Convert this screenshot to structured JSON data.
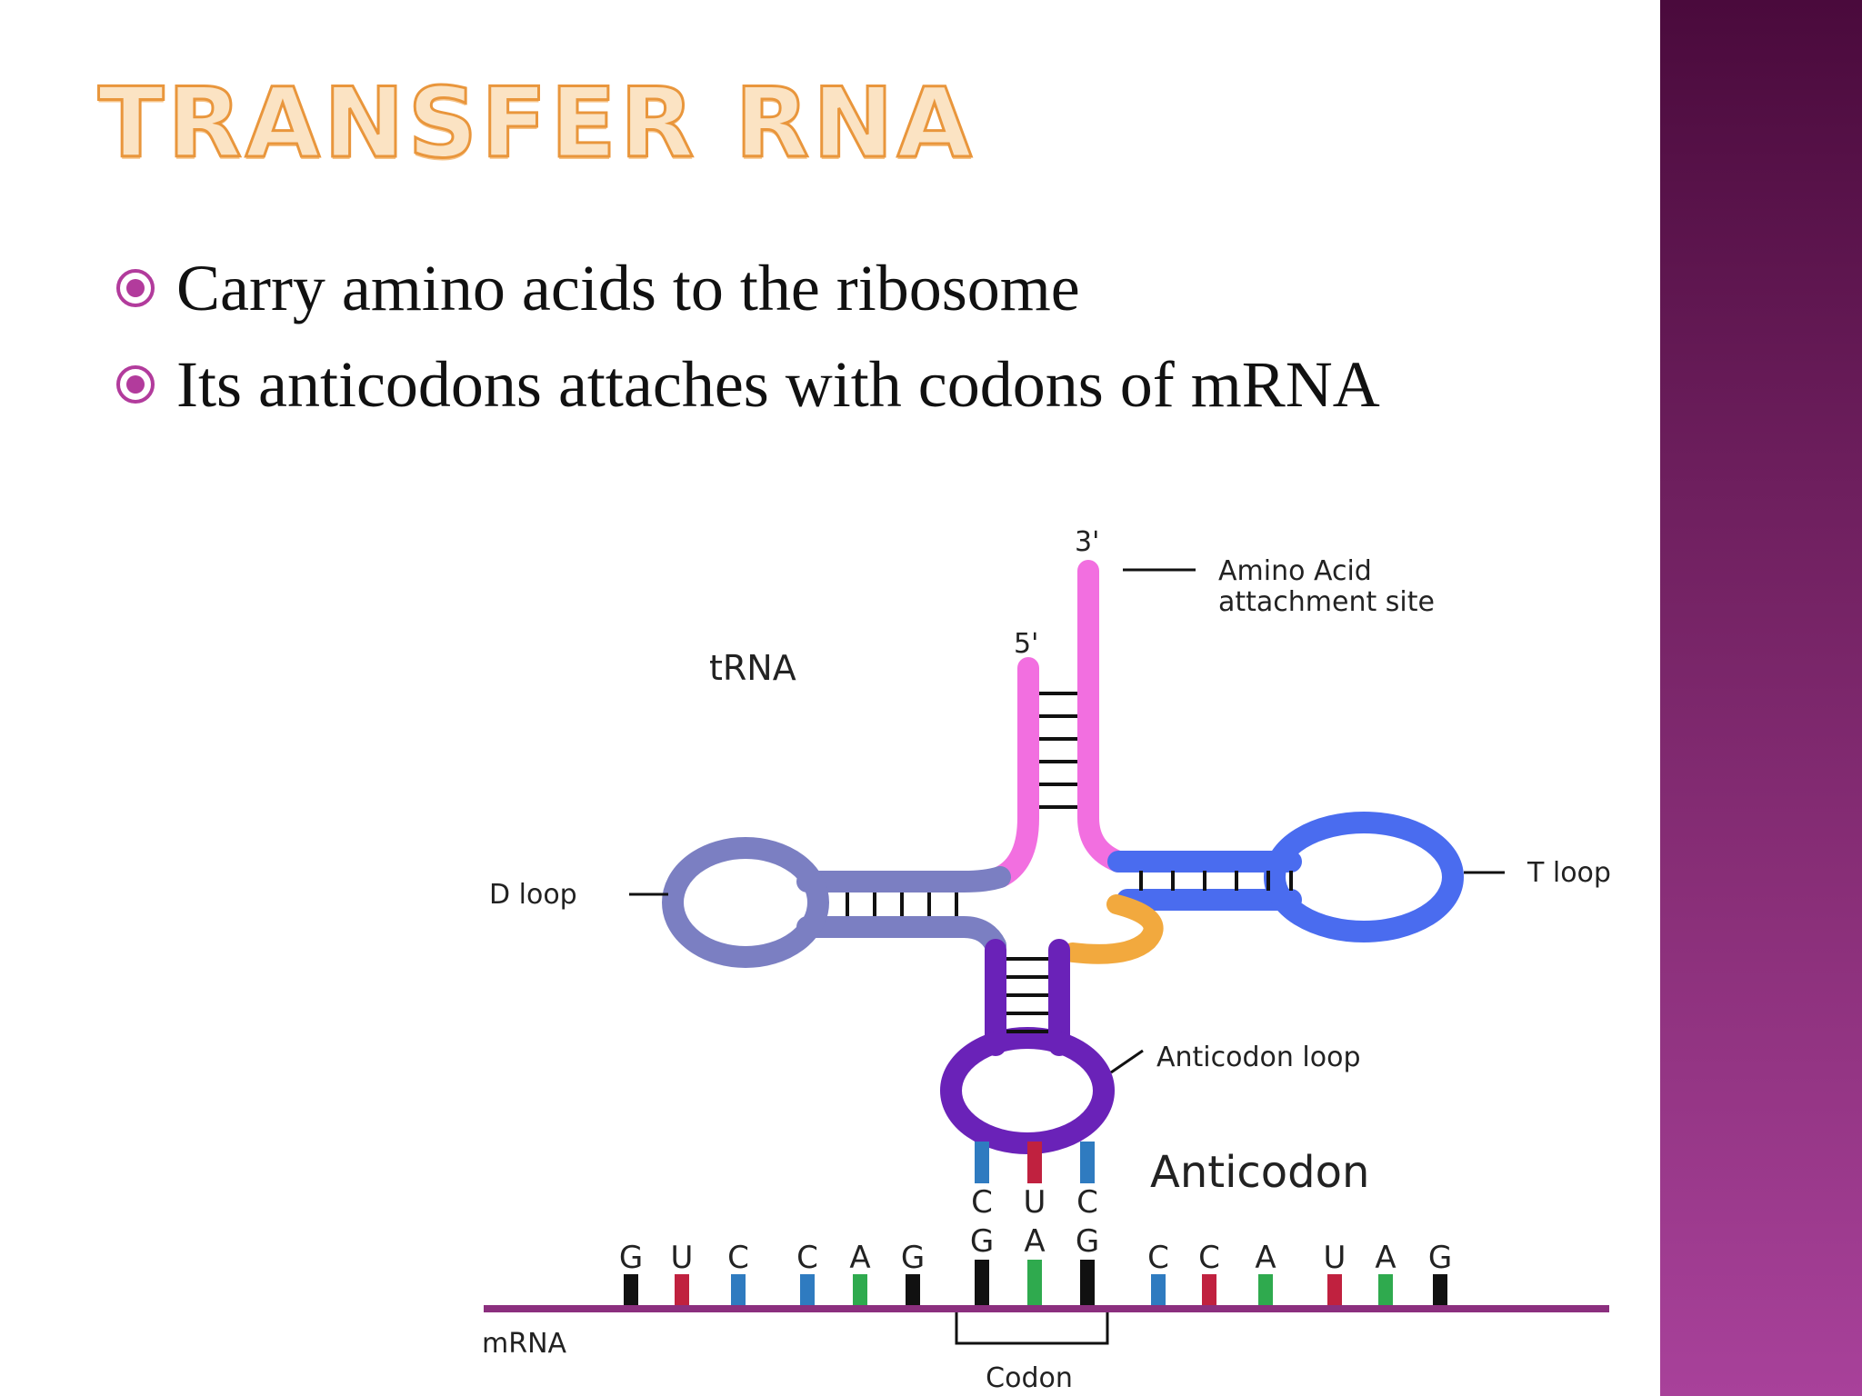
{
  "slide": {
    "title": "TRANSFER RNA",
    "bullets": [
      "Carry amino acids to the ribosome",
      "Its anticodons attaches with codons of mRNA"
    ]
  },
  "diagram": {
    "labels": {
      "three_prime": "3'",
      "five_prime": "5'",
      "trna": "tRNA",
      "amino_acid_line1": "Amino Acid",
      "amino_acid_line2": "attachment site",
      "d_loop": "D loop",
      "t_loop": "T loop",
      "anticodon_loop": "Anticodon loop",
      "anticodon": "Anticodon",
      "mrna": "mRNA",
      "codon": "Codon"
    },
    "anticodon_bases": [
      "C",
      "U",
      "C"
    ],
    "codon_bases": [
      "G",
      "A",
      "G"
    ],
    "mrna_bases_left": [
      "G",
      "U",
      "C",
      "C",
      "A",
      "G"
    ],
    "mrna_bases_right": [
      "C",
      "C",
      "A",
      "U",
      "A",
      "G"
    ]
  },
  "colors": {
    "acceptor_stem": "#f26fe0",
    "d_arm": "#7b7fc2",
    "t_arm": "#4a6cef",
    "anticodon_arm": "#6a22b8",
    "variable_loop": "#f2a93e",
    "mrna": "#8b2f7e",
    "base_G": "#111111",
    "base_U": "#c0213f",
    "base_C": "#2f7bc0",
    "base_A": "#2faa4e",
    "title_fill": "#fbe3c3",
    "title_outline": "#e9963c",
    "bullet_color": "#b23b9c",
    "sidebar": "#7a2468"
  }
}
